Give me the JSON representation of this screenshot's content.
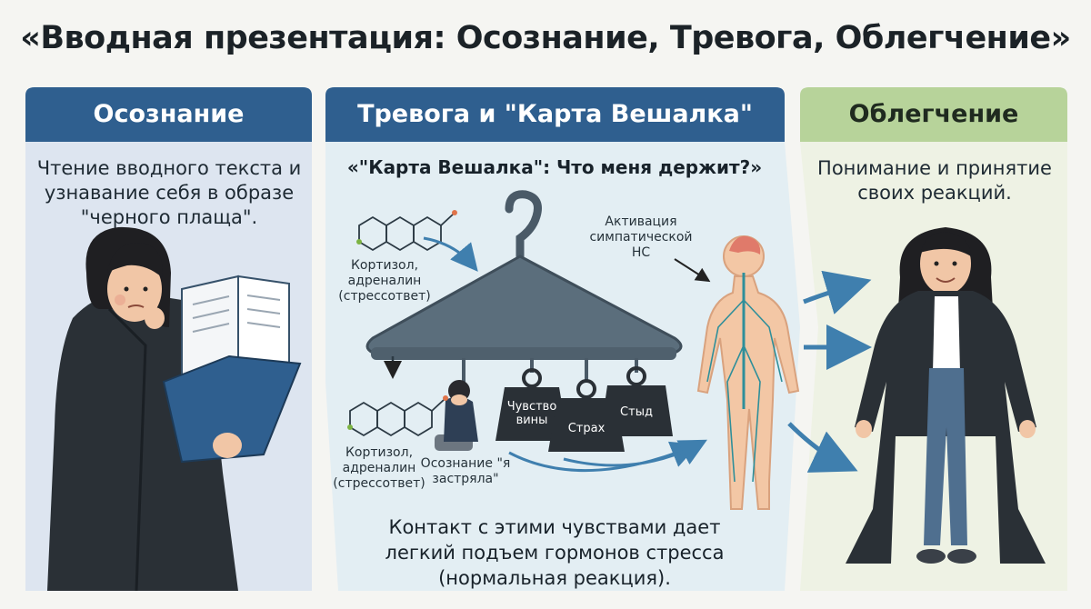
{
  "title": "«Вводная презентация: Осознание, Тревога, Облегчение»",
  "panels": {
    "awareness": {
      "heading": "Осознание",
      "text": "Чтение вводного текста и узнавание себя в образе \"черного плаща\"."
    },
    "anxiety": {
      "heading": "Тревога и \"Карта Вешалка\"",
      "subtitle": "«\"Карта Вешалка\": Что меня держит?»",
      "hormone_top": "Кортизол, адреналин (стрессответ)",
      "hormone_bottom": "Кортизол, адреналин (стрессответ)",
      "stuck": "Осознание \"я застряла\"",
      "weights": [
        "Чувство вины",
        "Страх",
        "Стыд"
      ],
      "ns_label": "Активация симпатической НС",
      "bottom_text": "Контакт с этими чувствами дает легкий подъем гормонов стресса (нормальная реакция)."
    },
    "relief": {
      "heading": "Облегчение",
      "text": "Понимание и принятие своих реакций."
    }
  },
  "colors": {
    "header_blue": "#2f5f8f",
    "header_green": "#b7d39a",
    "panel_left": "#dde5f0",
    "panel_mid": "#e3eef3",
    "panel_right": "#eef2e4",
    "coat": "#2a3036",
    "hanger": "#556775",
    "arrow": "#3f7fae"
  },
  "icons": [
    "book-icon",
    "hanger-icon",
    "molecule-icon",
    "brain-icon",
    "nervous-system-icon",
    "weight-icon",
    "arrow-icon"
  ]
}
